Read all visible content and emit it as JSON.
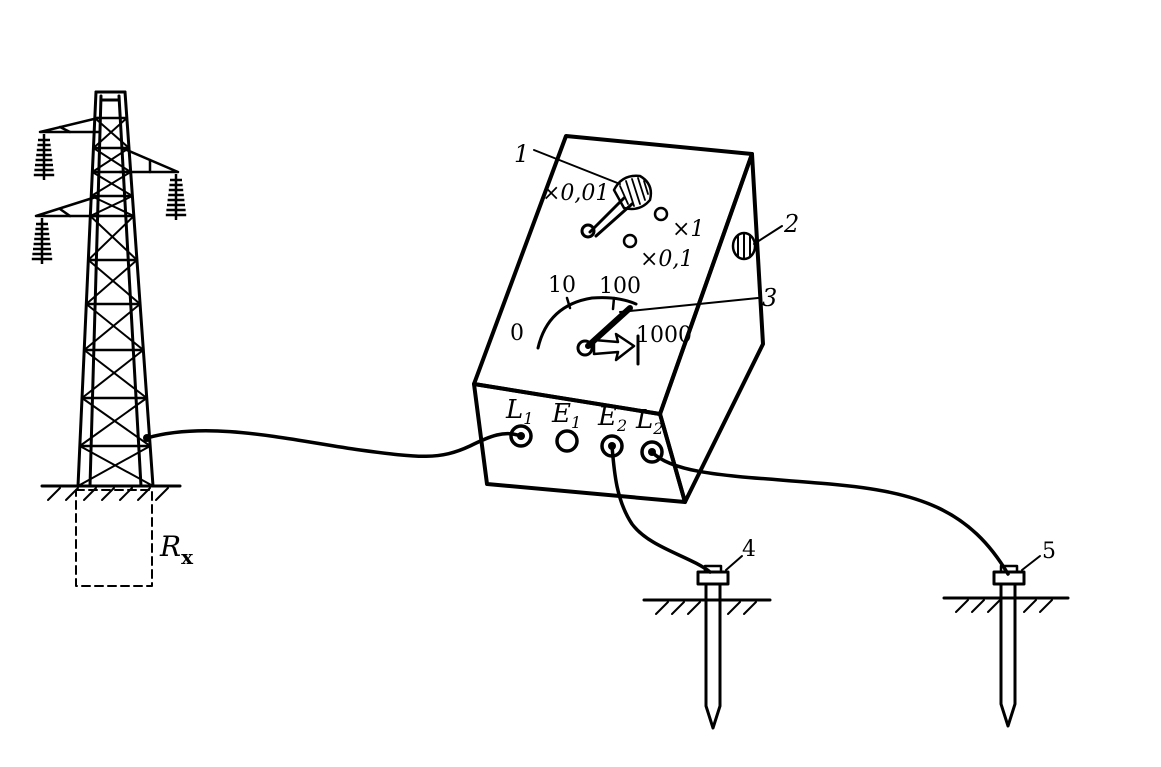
{
  "labels": {
    "callout_1": "1",
    "callout_2": "2",
    "callout_3": "3",
    "callout_4": "4",
    "callout_5": "5",
    "range_x001": "×0,01",
    "range_x1": "×1",
    "range_x01": "×0,1",
    "scale_0": "0",
    "scale_10": "10",
    "scale_100": "100",
    "scale_1000": "1000",
    "rx_main": "R",
    "rx_sub": "x",
    "terminals": [
      {
        "main": "L",
        "sub": "1"
      },
      {
        "main": "E",
        "sub": "1"
      },
      {
        "main": "E",
        "sub": "2"
      },
      {
        "main": "L",
        "sub": "2"
      }
    ]
  },
  "colors": {
    "ink": "#000000",
    "paper": "#ffffff"
  }
}
